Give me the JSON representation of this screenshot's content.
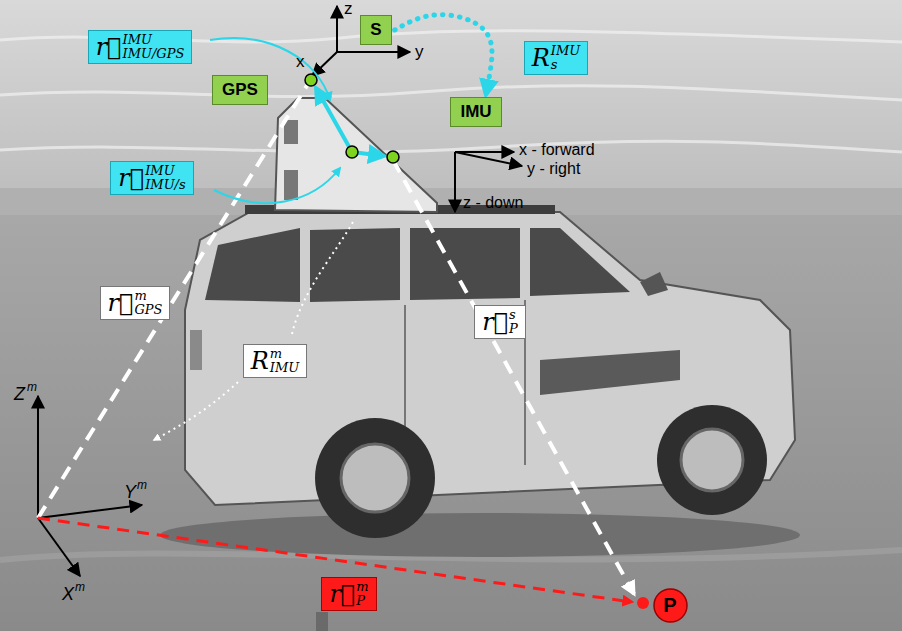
{
  "diagram": {
    "nodes": [
      {
        "text": [
          "S"
        ]
      },
      {
        "text": [
          "GPS"
        ]
      },
      {
        "text": [
          "IMU"
        ]
      },
      {
        "text": [
          "r⃗",
          "IMU",
          "IMU/GPS"
        ]
      },
      {
        "text": [
          "r⃗",
          "IMU",
          "IMU/s"
        ]
      },
      {
        "text": [
          "R",
          "IMU",
          "s"
        ]
      },
      {
        "text": [
          "r⃗",
          "m",
          "GPS"
        ]
      },
      {
        "text": [
          "R",
          "m",
          "IMU"
        ]
      },
      {
        "text": [
          "r⃗",
          "s",
          "P"
        ]
      },
      {
        "text": [
          "r⃗",
          "m",
          "P"
        ]
      },
      {
        "text": [
          "P"
        ]
      }
    ],
    "edges": [
      {
        "from": 0,
        "to": 2,
        "arrow": "to"
      }
    ],
    "labels": [
      "z",
      "x",
      "y",
      "x - forward",
      "y - right",
      "z - down",
      "Z",
      "m",
      "Y",
      "m",
      "X",
      "m"
    ]
  }
}
